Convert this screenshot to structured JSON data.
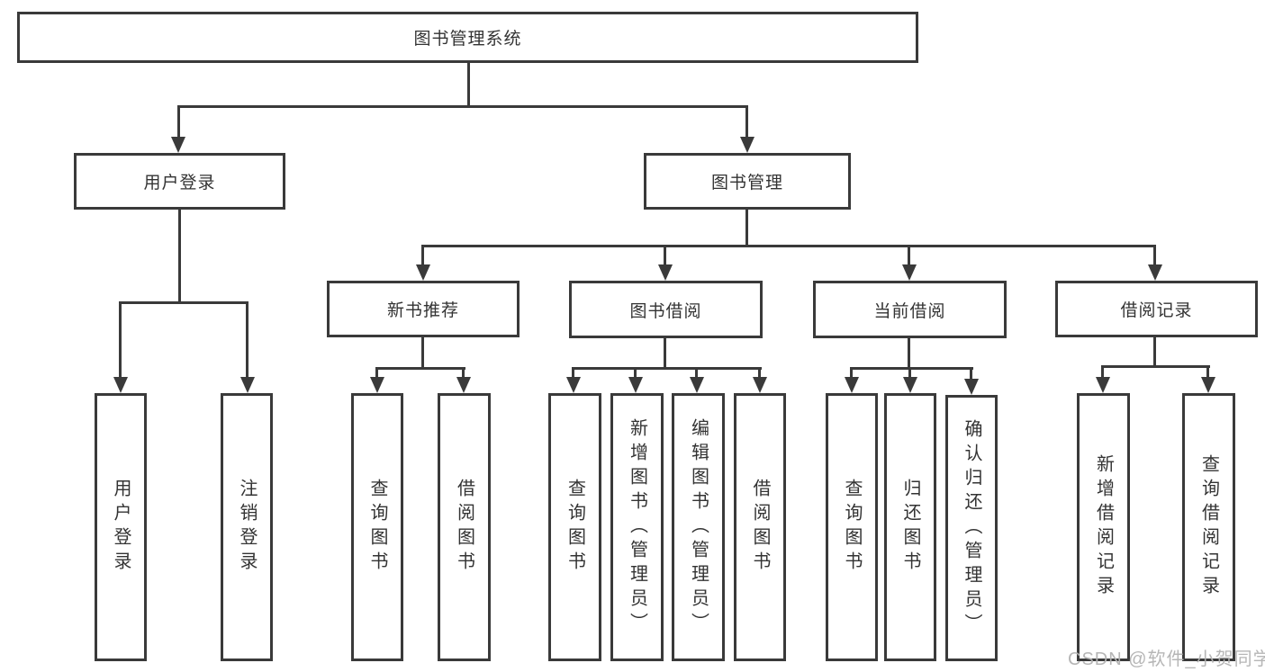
{
  "diagram_title": "图书管理系统",
  "nodes": {
    "root": "图书管理系统",
    "userLogin": "用户登录",
    "bookMgmt": "图书管理",
    "newBookRec": "新书推荐",
    "bookBorrow": "图书借阅",
    "currentBorrow": "当前借阅",
    "borrowRecords": "借阅记录",
    "leafUserLogin": "用户登录",
    "leafLogout": "注销登录",
    "leafQueryBook1": "查询图书",
    "leafBorrowBook1": "借阅图书",
    "leafQueryBook2": "查询图书",
    "leafAddBook": "新增图书（管理员）",
    "leafEditBook": "编辑图书（管理员）",
    "leafBorrowBook2": "借阅图书",
    "leafQueryBook3": "查询图书",
    "leafReturnBook": "归还图书",
    "leafConfirmReturn": "确认归还（管理员）",
    "leafAddRecord": "新增借阅记录",
    "leafQueryRecord": "查询借阅记录"
  },
  "hierarchy": {
    "图书管理系统": {
      "用户登录": [
        "用户登录",
        "注销登录"
      ],
      "图书管理": {
        "新书推荐": [
          "查询图书",
          "借阅图书"
        ],
        "图书借阅": [
          "查询图书",
          "新增图书（管理员）",
          "编辑图书（管理员）",
          "借阅图书"
        ],
        "当前借阅": [
          "查询图书",
          "归还图书",
          "确认归还（管理员）"
        ],
        "借阅记录": [
          "新增借阅记录",
          "查询借阅记录"
        ]
      }
    }
  },
  "colors": {
    "line": "#3a3a3a",
    "border": "#3a3a3a",
    "text": "#333333",
    "background": "#ffffff",
    "watermark": "#b2b2b2"
  },
  "watermark": "CSDN @软件_小贺同学"
}
